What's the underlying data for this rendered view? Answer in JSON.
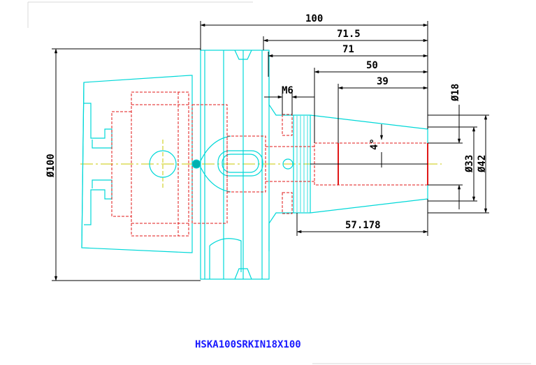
{
  "drawing": {
    "part_number": "HSKA100SRKIN18X100",
    "dimensions": {
      "overall_length": "100",
      "length_71_5": "71.5",
      "length_71": "71",
      "length_50": "50",
      "length_39": "39",
      "thread": "M6",
      "taper_length": "57.178",
      "taper_angle": "4°",
      "dia_18": "Ø18",
      "dia_33": "Ø33",
      "dia_42": "Ø42",
      "dia_100": "Ø100"
    },
    "colors": {
      "outline": "#00d8d8",
      "hidden": "#e01818",
      "dimension": "#000000",
      "centerline": "#c8c800",
      "caption": "#1a1aff"
    }
  }
}
